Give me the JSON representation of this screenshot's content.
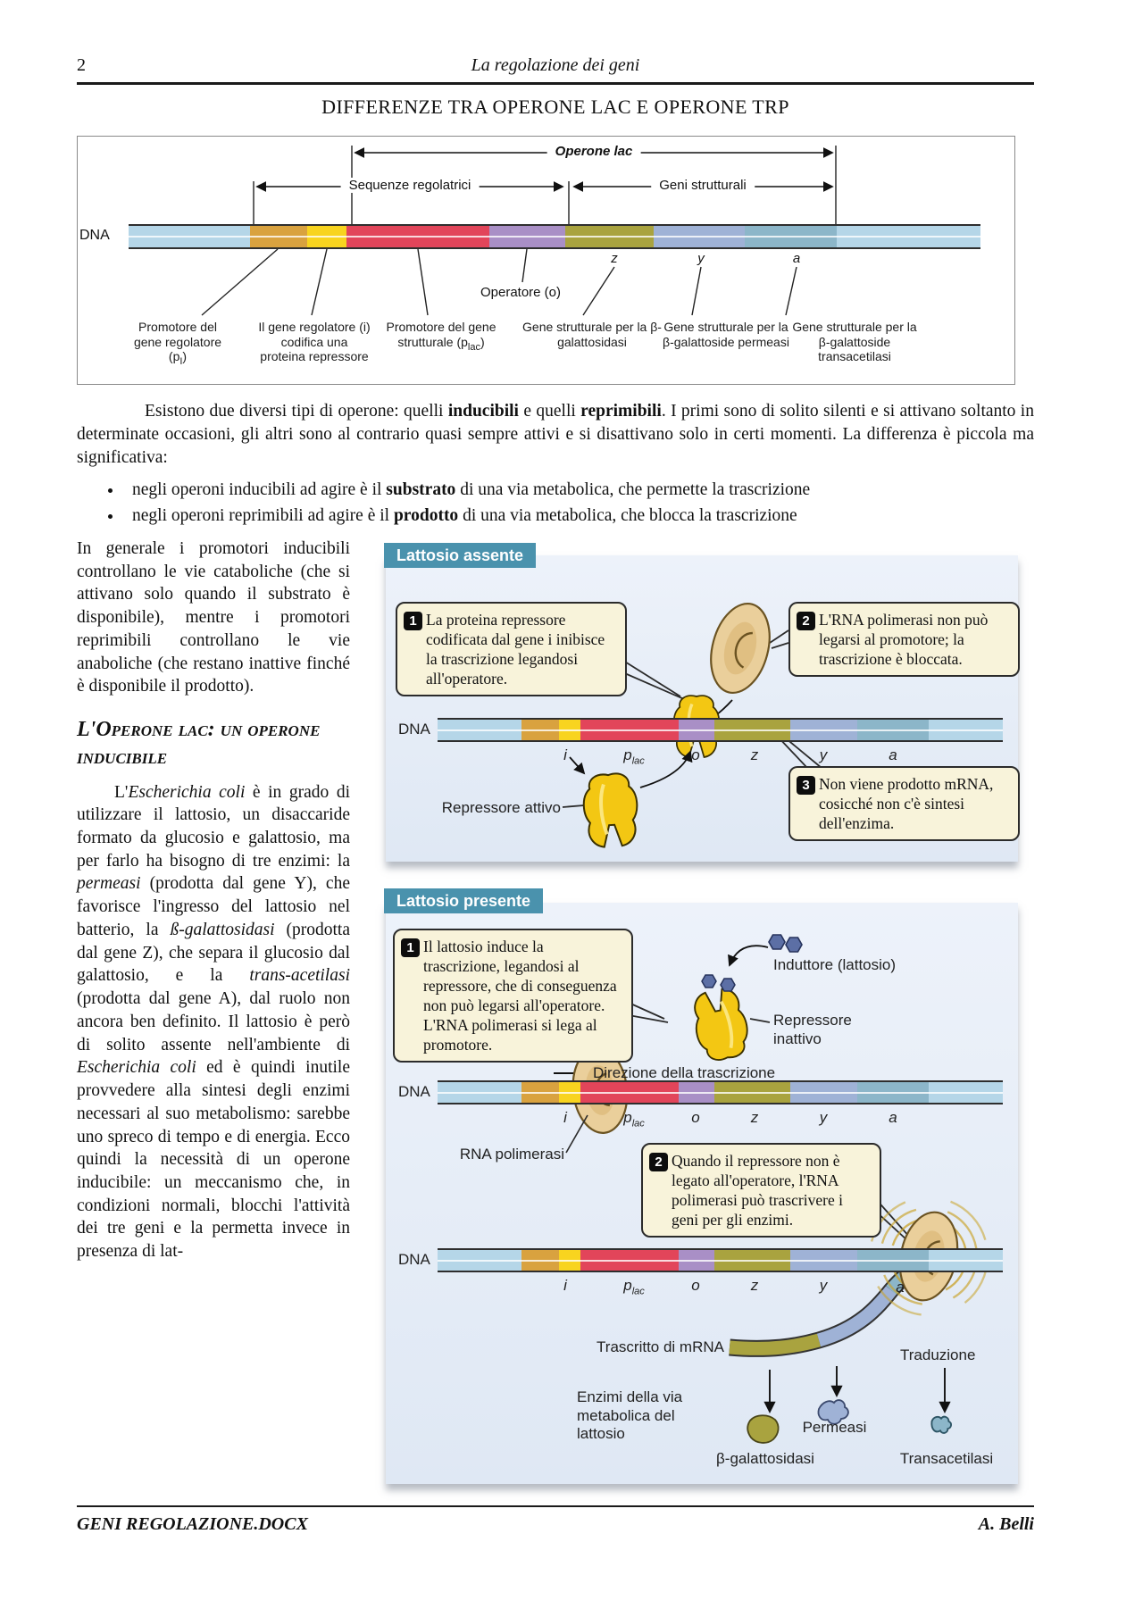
{
  "colors": {
    "lightblue": "#b5d6e8",
    "orange": "#d9a23f",
    "yellow": "#f8d41f",
    "red": "#e2455a",
    "purple": "#a98fc6",
    "olive": "#a9a33f",
    "bluegray": "#9fb2d6",
    "teal": "#8cb6c9",
    "badge_teal": "#4a92ad",
    "panel_bg": "#e8eef7",
    "callout_bg": "#f8f3da",
    "repressor_yellow": "#f3c713",
    "polymerase_tan": "#eacf9b",
    "hexagon_blue": "#5c6fa5"
  },
  "header": {
    "page_number": "2",
    "running_title": "La regolazione dei geni"
  },
  "title": "DIFFERENZE TRA OPERONE LAC E OPERONE TRP",
  "fig1": {
    "span_operone": "Operone lac",
    "span_regolatrici": "Sequenze regolatrici",
    "span_strutturali": "Geni strutturali",
    "dna": "DNA",
    "z": "z",
    "y": "y",
    "a": "a",
    "operatore": "Operatore (o)",
    "labels": [
      {
        "t1": "Promotore del gene regolatore (p",
        "sub": "I",
        "t2": ")"
      },
      {
        "t1": "Il gene regolatore (i) codifica una proteina repressore"
      },
      {
        "t1": "Promotore del gene strutturale (p",
        "sub": "lac",
        "t2": ")"
      },
      {
        "t1": "Gene strutturale per la β-galattosidasi"
      },
      {
        "t1": "Gene strutturale per la β-galattoside permeasi"
      },
      {
        "t1": "Gene strutturale per la β-galattoside transacetilasi"
      }
    ]
  },
  "intro": {
    "r1": "Esistono due diversi tipi di operone: quelli ",
    "b1": "inducibili",
    "r2": " e quelli ",
    "b2": "reprimibili",
    "r3": ". I primi sono di solito silenti e si attivano soltanto in determinate occasioni, gli altri sono al contrario quasi sempre attivi e si disattivano solo in certi momenti. La differenza è piccola ma significativa:"
  },
  "bullets": [
    {
      "r1": "negli operoni inducibili ad agire è il ",
      "b": "substrato",
      "r2": " di una via metabolica, che permette la trascrizione"
    },
    {
      "r1": "negli operoni reprimibili ad agire è il ",
      "b": "prodotto",
      "r2": " di una via metabolica, che blocca la trascrizione"
    }
  ],
  "leftcol": {
    "para1": "In generale i promotori inducibili controllano le vie cataboliche (che si attivano solo quando il substrato è disponibile), mentre i promotori reprimibili controllano le vie anaboliche (che restano inattive finché è disponibile il prodotto).",
    "heading": "L'Operone lac: un operone inducibile",
    "para2": {
      "r1": "L'",
      "i1": "Escherichia coli",
      "r2": " è in grado di utilizzare il lattosio, un disaccaride formato da glucosio e galattosio, ma per farlo ha bisogno di tre enzimi: la ",
      "i2": "permeasi",
      "r3": " (prodotta dal gene Y), che favorisce l'ingresso del lattosio nel batterio, la ",
      "i3": "ß-galattosidasi",
      "r4": " (prodotta dal gene Z), che separa il glucosio dal galattosio, e la ",
      "i4": "trans-acetilasi",
      "r5": " (prodotta dal gene A), dal ruolo non ancora ben definito. Il lattosio è però di solito assente nell'ambiente di ",
      "i5": "Escherichia coli",
      "r6": " ed è quindi inutile provvedere alla sintesi degli enzimi necessari al suo metabolismo: sarebbe uno spreco di tempo e di energia. Ecco quindi la necessità di un operone inducibile: un meccanismo che, in condizioni normali, blocchi l'attività dei tre geni e la permetta invece in presenza di lat-"
    }
  },
  "panel1": {
    "badge": "Lattosio assente",
    "callout1": {
      "num": "1",
      "text": "La proteina repressore codificata dal gene i inibisce la trascrizione legandosi all'operatore."
    },
    "callout2": {
      "num": "2",
      "text": "L'RNA polimerasi non può legarsi al promotore; la trascrizione è bloccata."
    },
    "callout3": {
      "num": "3",
      "text": "Non viene prodotto mRNA, cosicché non c'è sintesi dell'enzima."
    },
    "dna": "DNA",
    "genes": {
      "i": "i",
      "p": "p",
      "p_sub": "lac",
      "o": "o",
      "z": "z",
      "y": "y",
      "a": "a"
    },
    "repressore_attivo": "Repressore attivo"
  },
  "panel2": {
    "badge": "Lattosio presente",
    "callout1": {
      "num": "1",
      "text": "Il lattosio induce la trascrizione, legandosi al repressore, che di conseguenza non può legarsi all'operatore. L'RNA polimerasi si lega al promotore."
    },
    "callout2": {
      "num": "2",
      "text": "Quando il repressore non è legato all'operatore, l'RNA polimerasi può trascrivere i geni per gli enzimi."
    },
    "induttore": "Induttore (lattosio)",
    "repressore_inattivo": "Repressore inattivo",
    "direzione": "Direzione della trascrizione",
    "dna2": "DNA",
    "dna3": "DNA",
    "rna_polimerasi": "RNA polimerasi",
    "genes2": {
      "i": "i",
      "p": "p",
      "p_sub": "lac",
      "o": "o",
      "z": "z",
      "y": "y",
      "a": "a"
    },
    "genes3": {
      "i": "i",
      "p": "p",
      "p_sub": "lac",
      "o": "o",
      "z": "z",
      "y": "y",
      "a": "a"
    },
    "trascritto": "Trascritto di mRNA",
    "traduzione": "Traduzione",
    "enzimi": "Enzimi della via metabolica del lattosio",
    "beta_gal": "β-galattosidasi",
    "permeasi": "Permeasi",
    "transacetilasi": "Transacetilasi"
  },
  "footer": {
    "left": "GENI REGOLAZIONE.DOCX",
    "right": "A. Belli"
  }
}
